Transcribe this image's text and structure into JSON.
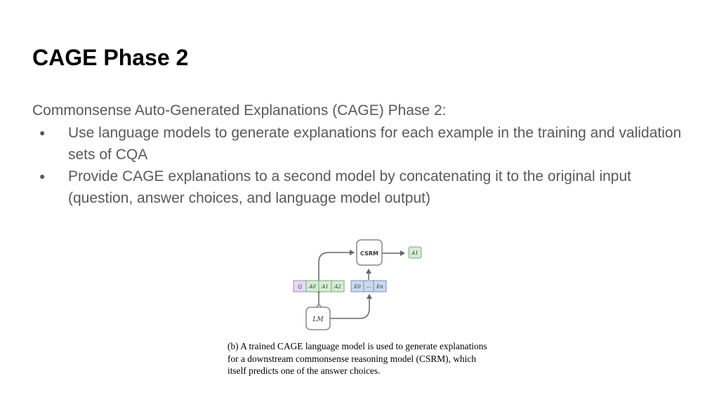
{
  "slide": {
    "title": "CAGE Phase 2",
    "intro": "Commonsense Auto-Generated Explanations (CAGE) Phase 2:",
    "bullets": [
      "Use language models to generate explanations for each example in the training and validation sets of CQA",
      "Provide CAGE explanations to a second model by concatenating it to the original input (question, answer choices, and language model output)"
    ]
  },
  "figure": {
    "csrm_label": "CSRM",
    "lm_label": "LM",
    "output_label": "A1",
    "input_tokens": [
      "Q",
      "A0",
      "A1",
      "A2"
    ],
    "explanation_tokens": [
      "E0",
      "...",
      "En"
    ],
    "caption": "(b) A trained CAGE language model is used to generate explanations for a downstream commonsense reasoning model (CSRM), which itself predicts one of the answer choices.",
    "colors": {
      "question_box": "#e6d9f5",
      "answer_box": "#d5ecd4",
      "explanation_box": "#c9d9ee",
      "output_box": "#d5ecd4",
      "node_border": "#888888",
      "arrow": "#666666"
    }
  }
}
